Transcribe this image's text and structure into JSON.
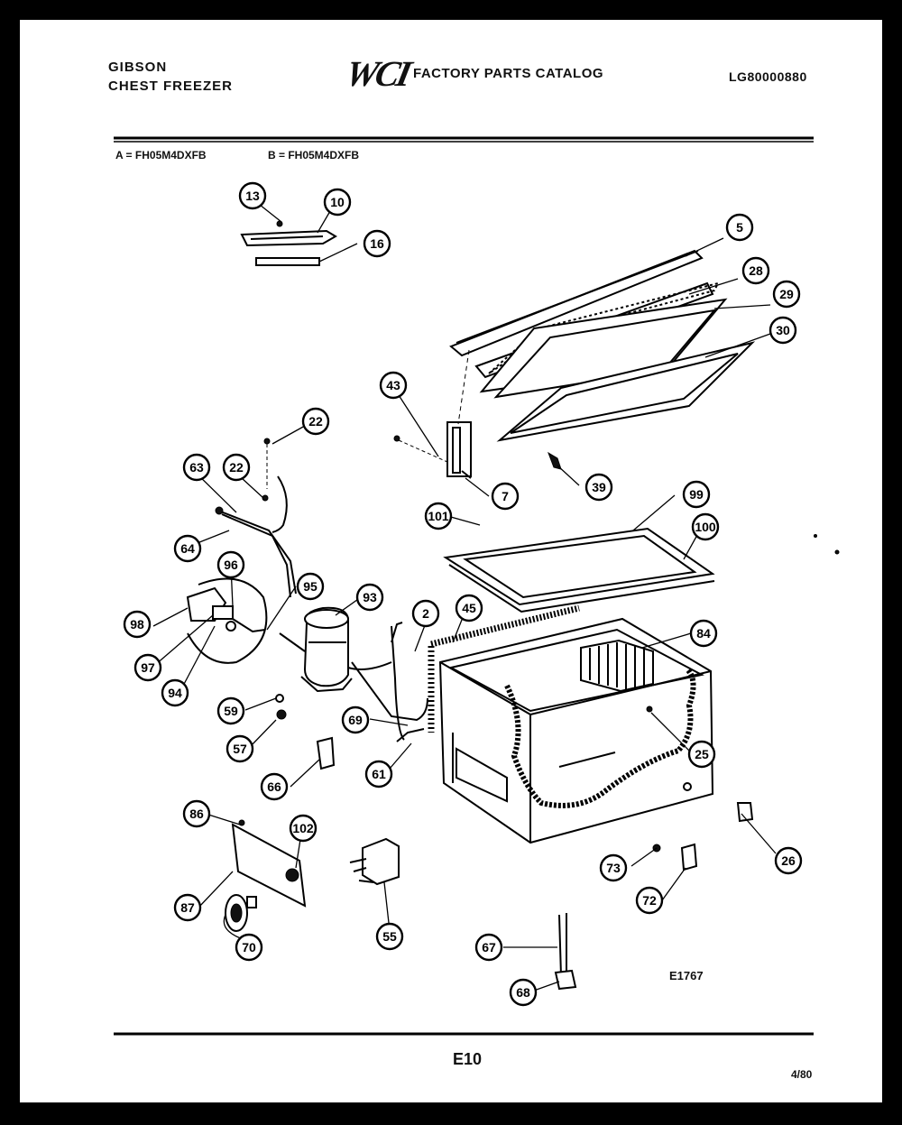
{
  "header": {
    "brand_line1": "GIBSON",
    "brand_line2": "CHEST FREEZER",
    "logo": "WCI",
    "catalog_title": "FACTORY PARTS CATALOG",
    "catalog_code": "LG80000880"
  },
  "models": {
    "a": "A = FH05M4DXFB",
    "b": "B = FH05M4DXFB"
  },
  "callouts": [
    "13",
    "10",
    "16",
    "5",
    "28",
    "29",
    "30",
    "43",
    "7",
    "39",
    "22",
    "22",
    "63",
    "64",
    "96",
    "95",
    "98",
    "97",
    "94",
    "93",
    "2",
    "45",
    "101",
    "99",
    "100",
    "84",
    "59",
    "57",
    "69",
    "61",
    "66",
    "25",
    "86",
    "102",
    "87",
    "70",
    "55",
    "73",
    "72",
    "26",
    "67",
    "68"
  ],
  "footer": {
    "diagram_code": "E1767",
    "page_number": "E10",
    "date": "4/80"
  }
}
